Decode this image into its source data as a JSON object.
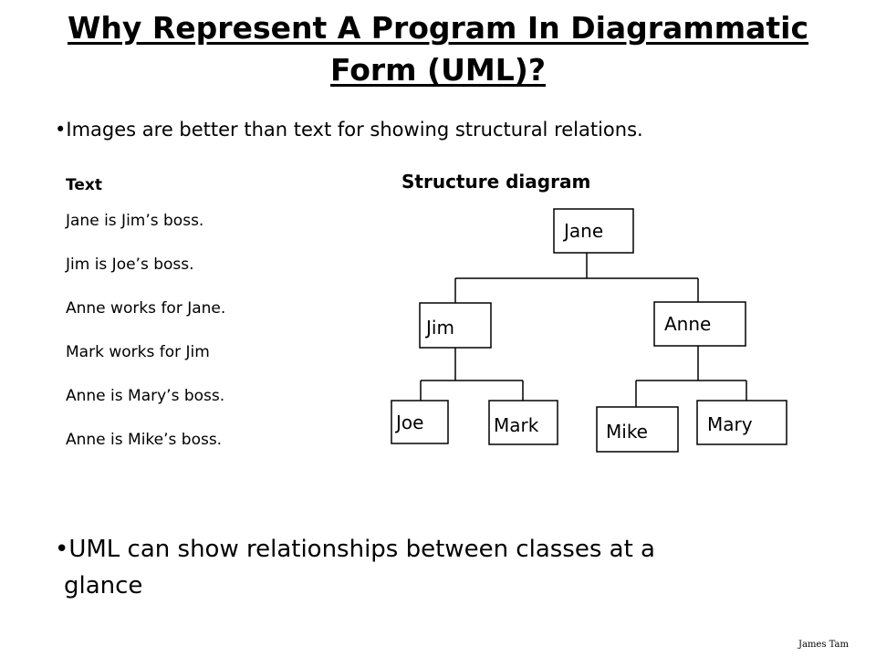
{
  "title": "Why Represent A Program In Diagrammatic Form (UML)?",
  "bullets": {
    "b1": "•Images are better than text for showing structural relations.",
    "b2_line1": "•UML can show relationships between classes at a",
    "b2_line2": "glance"
  },
  "text_section": {
    "heading": "Text",
    "lines": [
      "Jane is Jim’s boss.",
      "Jim is Joe’s boss.",
      "Anne works for Jane.",
      "Mark works for Jim",
      "Anne is Mary’s boss.",
      "Anne is Mike’s boss."
    ]
  },
  "diagram": {
    "heading": "Structure diagram",
    "nodes": {
      "jane": "Jane",
      "jim": "Jim",
      "anne": "Anne",
      "joe": "Joe",
      "mark": "Mark",
      "mike": "Mike",
      "mary": "Mary"
    }
  },
  "author": "James Tam"
}
